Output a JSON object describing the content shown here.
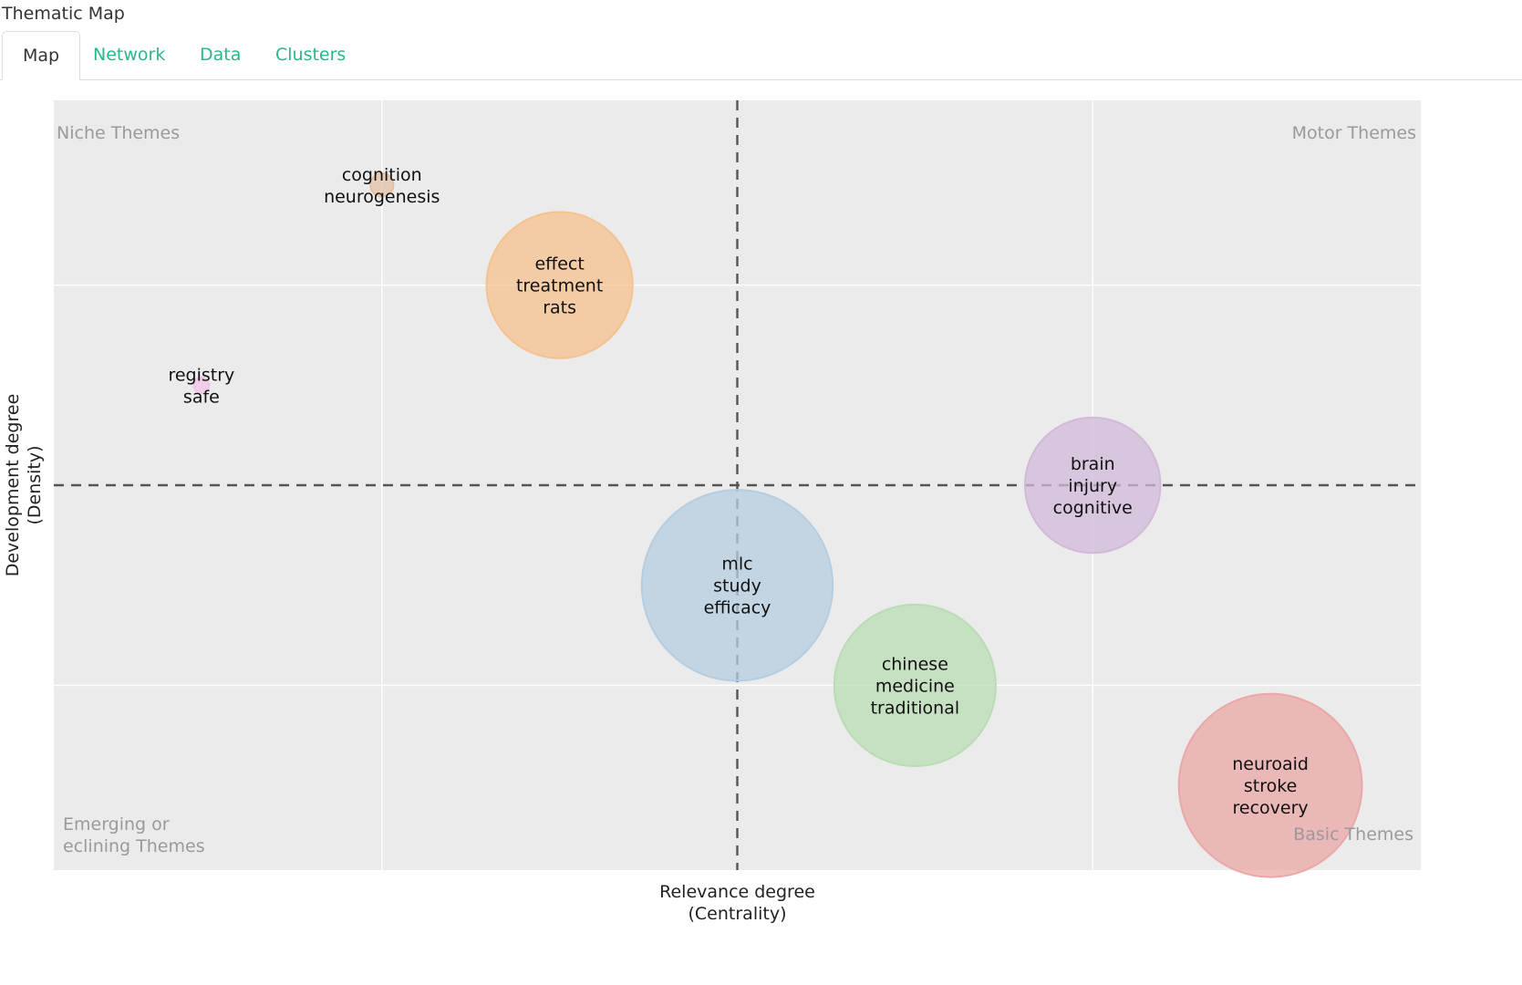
{
  "app": {
    "title": "Thematic Map"
  },
  "tabs": [
    {
      "label": "Map",
      "active": true
    },
    {
      "label": "Network",
      "active": false
    },
    {
      "label": "Data",
      "active": false
    },
    {
      "label": "Clusters",
      "active": false
    }
  ],
  "chart_data": {
    "type": "scatter",
    "xlabel": "Relevance degree\n(Centrality)",
    "ylabel": "Development degree\n(Density)",
    "xlim": [
      0,
      1
    ],
    "ylim": [
      0,
      1
    ],
    "grid": true,
    "quadrant_labels": {
      "top_left": "Niche Themes",
      "top_right": "Motor Themes",
      "bottom_left": "Emerging or\neclining Themes",
      "bottom_right": "Basic Themes"
    },
    "center_lines": {
      "x": 0.5,
      "y": 0.5
    },
    "clusters": [
      {
        "terms": [
          "cognition",
          "neurogenesis"
        ],
        "x": 0.24,
        "y": 0.89,
        "size": 0.015,
        "color": "#e4c1a4"
      },
      {
        "terms": [
          "registry",
          "safe"
        ],
        "x": 0.108,
        "y": 0.63,
        "size": 0.01,
        "color": "#f2c4e6"
      },
      {
        "terms": [
          "effect",
          "treatment",
          "rats"
        ],
        "x": 0.37,
        "y": 0.76,
        "size": 0.095,
        "color": "#f5c28f"
      },
      {
        "terms": [
          "brain",
          "injury",
          "cognitive"
        ],
        "x": 0.76,
        "y": 0.5,
        "size": 0.088,
        "color": "#d2b9d9"
      },
      {
        "terms": [
          "mlc",
          "study",
          "efficacy"
        ],
        "x": 0.5,
        "y": 0.37,
        "size": 0.124,
        "color": "#b5cde0"
      },
      {
        "terms": [
          "chinese",
          "medicine",
          "traditional"
        ],
        "x": 0.63,
        "y": 0.24,
        "size": 0.105,
        "color": "#b9dcb4"
      },
      {
        "terms": [
          "neuroaid",
          "stroke",
          "recovery"
        ],
        "x": 0.89,
        "y": 0.11,
        "size": 0.119,
        "color": "#eba7a7"
      }
    ]
  }
}
